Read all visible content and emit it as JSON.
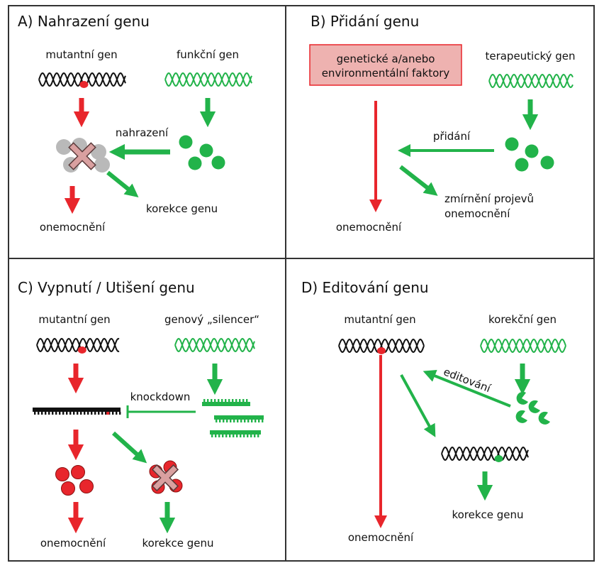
{
  "colors": {
    "red": "#e8262c",
    "green": "#22b34a",
    "pink_box": "#eeb2b0",
    "grey": "#b9b9b9",
    "black": "#111111"
  },
  "panel_a": {
    "title": "A) Nahrazení genu",
    "mutant_gene": "mutantní gen",
    "functional_gene": "funkční gen",
    "replacement": "nahrazení",
    "correction": "korekce genu",
    "disease": "onemocnění"
  },
  "panel_b": {
    "title": "B) Přidání genu",
    "factor_box_line1": "genetické a/anebo",
    "factor_box_line2": "environmentální faktory",
    "therapeutic_gene": "terapeutický gen",
    "addition": "přidání",
    "relief_line1": "zmírnění projevů",
    "relief_line2": "onemocnění",
    "disease": "onemocnění"
  },
  "panel_c": {
    "title": "C) Vypnutí / Utišení genu",
    "mutant_gene": "mutantní gen",
    "silencer": "genový „silencer“",
    "knockdown": "knockdown",
    "disease": "onemocnění",
    "correction": "korekce genu"
  },
  "panel_d": {
    "title": "D) Editování genu",
    "mutant_gene": "mutantní gen",
    "corrective_gene": "korekční gen",
    "editing": "editování",
    "disease": "onemocnění",
    "correction": "korekce genu"
  }
}
